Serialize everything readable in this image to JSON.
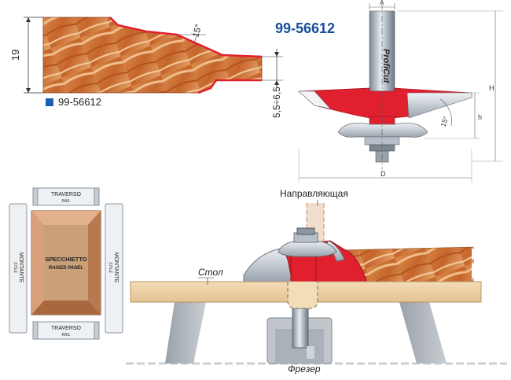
{
  "profile": {
    "height_label": "19",
    "angle_label": "15°",
    "depth_label": "5,5÷6,5",
    "legend_code": "99-56612",
    "legend_color": "#1a5fb4"
  },
  "cutter_drawing": {
    "model_number": "99-56612",
    "dim_a": "A",
    "dim_h_upper": "H",
    "dim_h_lower": "h",
    "dim_d": "D",
    "angle_label": "15°",
    "shank_brand": "ProfiCut",
    "accent_red": "#e0202e"
  },
  "frame_parts": {
    "top_rail_label": "TRAVERSO",
    "top_rail_sublabel": "RAIL",
    "bottom_rail_label": "TRAVERSO",
    "bottom_rail_sublabel": "RAIL",
    "left_stile_label": "MONTANTE",
    "left_stile_sublabel": "STILE",
    "right_stile_label": "MONTANTE",
    "right_stile_sublabel": "STILE",
    "panel_label": "SPECCHIETTO",
    "panel_sublabel": "RAISED PANEL"
  },
  "setup": {
    "guide_label": "Направляющая",
    "table_label": "Стол",
    "router_label": "Фрезер"
  }
}
